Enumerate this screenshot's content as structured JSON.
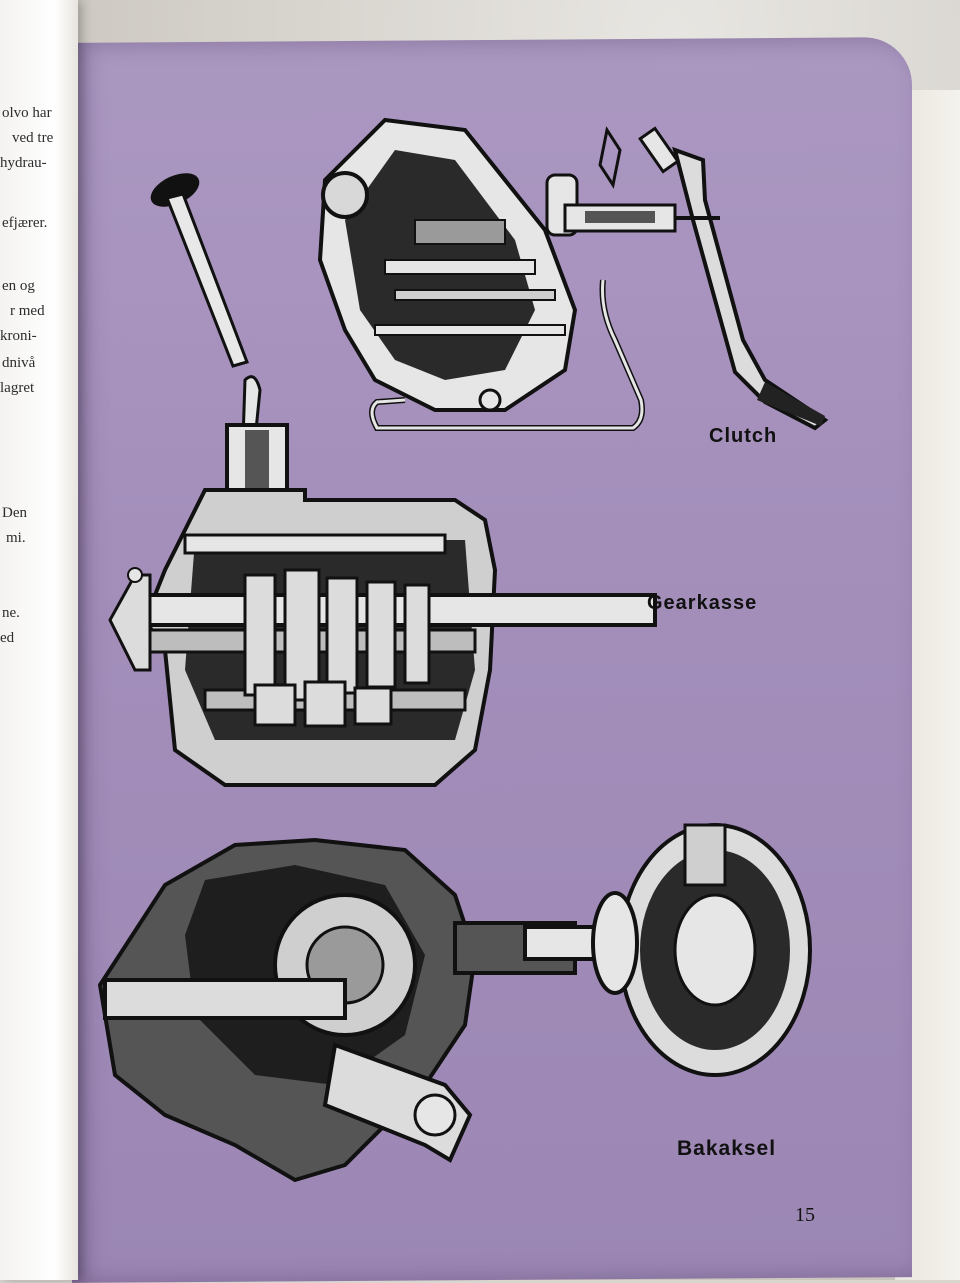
{
  "left_page": {
    "fragments": [
      "olvo har",
      "ved tre",
      "hydrau-",
      "efjærer.",
      "en og",
      "r med",
      "kroni-",
      "dnivå",
      "lagret",
      "Den",
      "mi.",
      "ne.",
      "ed"
    ]
  },
  "captions": {
    "clutch": "Clutch",
    "gearbox": "Gearkasse",
    "rear_axle": "Bakaksel"
  },
  "page_number": "15",
  "colors": {
    "page": "#a693bd",
    "ink": "#111111"
  }
}
